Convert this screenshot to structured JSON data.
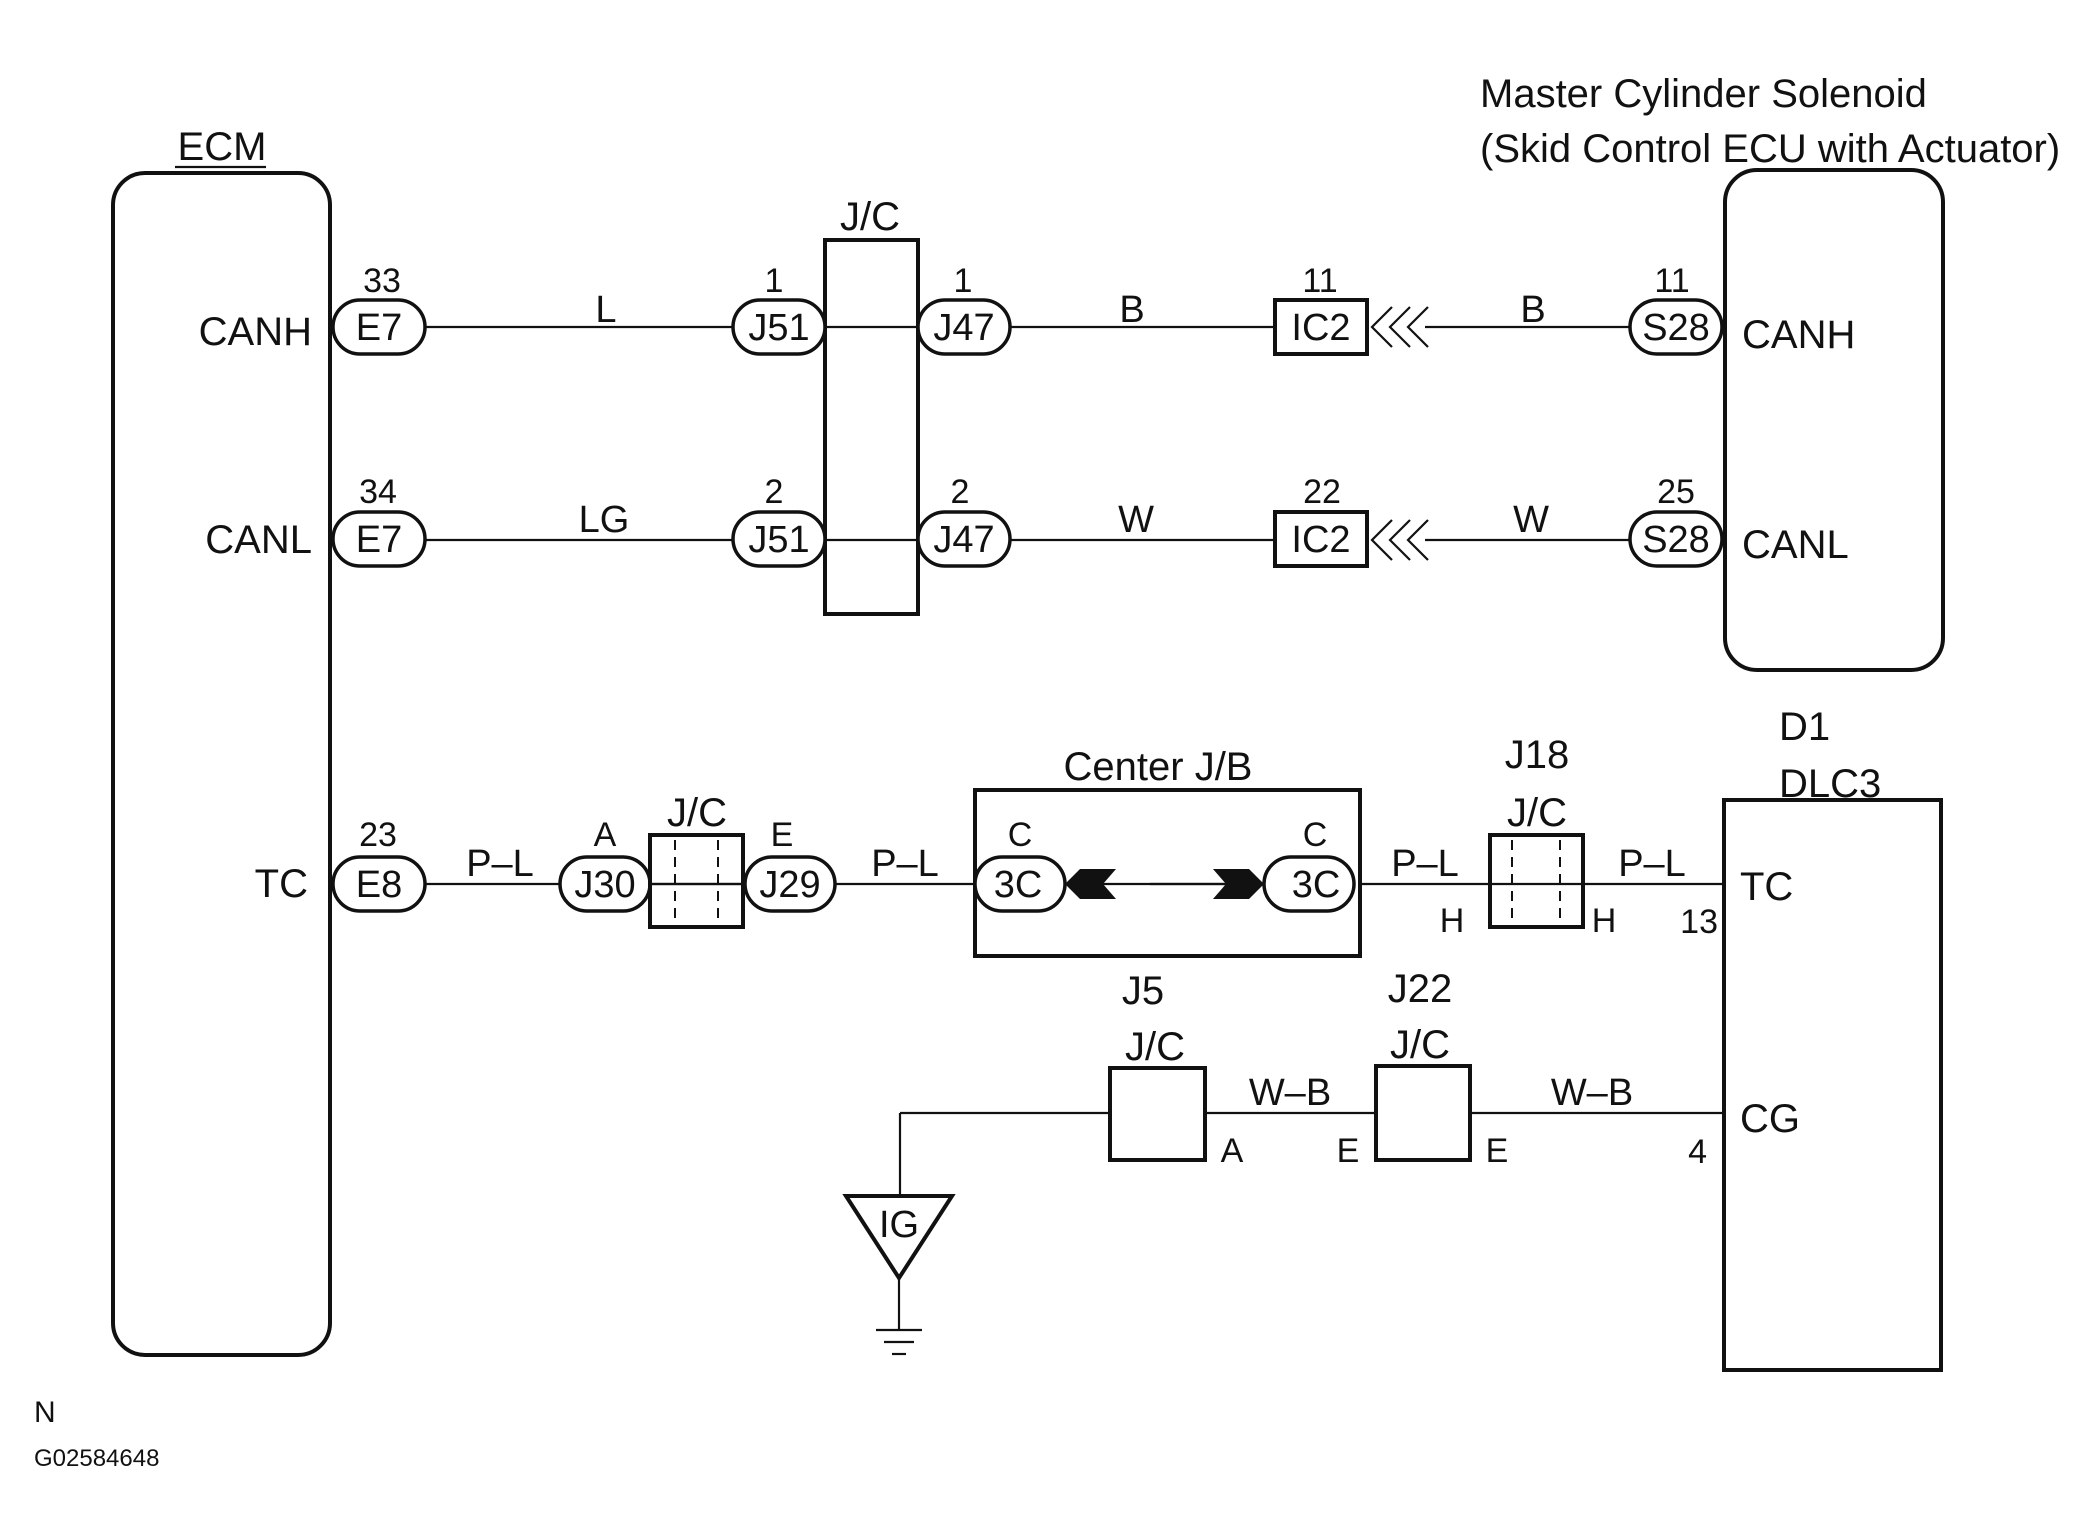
{
  "ecm": {
    "title": "ECM",
    "canh_label": "CANH",
    "canl_label": "CANL",
    "tc_label": "TC"
  },
  "solenoid": {
    "title_line1": "Master Cylinder Solenoid",
    "title_line2": "(Skid Control ECU with Actuator)",
    "canh_label": "CANH",
    "canl_label": "CANL"
  },
  "dlc3": {
    "code": "D1",
    "title": "DLC3",
    "tc_label": "TC",
    "tc_pin": "13",
    "cg_label": "CG",
    "cg_pin": "4"
  },
  "canh": {
    "e7_pin": "33",
    "e7_label": "E7",
    "wire_ecm": "L",
    "j51_pin": "1",
    "j51_label": "J51",
    "jc_label": "J/C",
    "j47_pin": "1",
    "j47_label": "J47",
    "wire_mid": "B",
    "ic2_pin": "11",
    "ic2_label": "IC2",
    "wire_sol": "B",
    "s28_pin": "11",
    "s28_label": "S28"
  },
  "canl": {
    "e7_pin": "34",
    "e7_label": "E7",
    "wire_ecm": "LG",
    "j51_pin": "2",
    "j51_label": "J51",
    "j47_pin": "2",
    "j47_label": "J47",
    "wire_mid": "W",
    "ic2_pin": "22",
    "ic2_label": "IC2",
    "wire_sol": "W",
    "s28_pin": "25",
    "s28_label": "S28"
  },
  "tc_line": {
    "e8_pin": "23",
    "e8_label": "E8",
    "wire1": "P–L",
    "j30_pin": "A",
    "j30_label": "J30",
    "jc_label": "J/C",
    "j29_pin": "E",
    "j29_label": "J29",
    "wire2": "P–L",
    "center_jb_label": "Center J/B",
    "c3_left_pin": "C",
    "c3_left_label": "3C",
    "c3_right_pin": "C",
    "c3_right_label": "3C",
    "wire3": "P–L",
    "j18_title": "J18",
    "j18_jc": "J/C",
    "j18_pin_left": "H",
    "j18_pin_right": "H",
    "wire4": "P–L"
  },
  "ground_line": {
    "j5_title": "J5",
    "j5_jc": "J/C",
    "j5_pin": "A",
    "wire1": "W–B",
    "j22_title": "J22",
    "j22_jc": "J/C",
    "j22_pin_left": "E",
    "j22_pin_right": "E",
    "wire2": "W–B",
    "ground_label": "IG"
  },
  "footer": {
    "mark": "N",
    "figure_code": "G02584648"
  }
}
